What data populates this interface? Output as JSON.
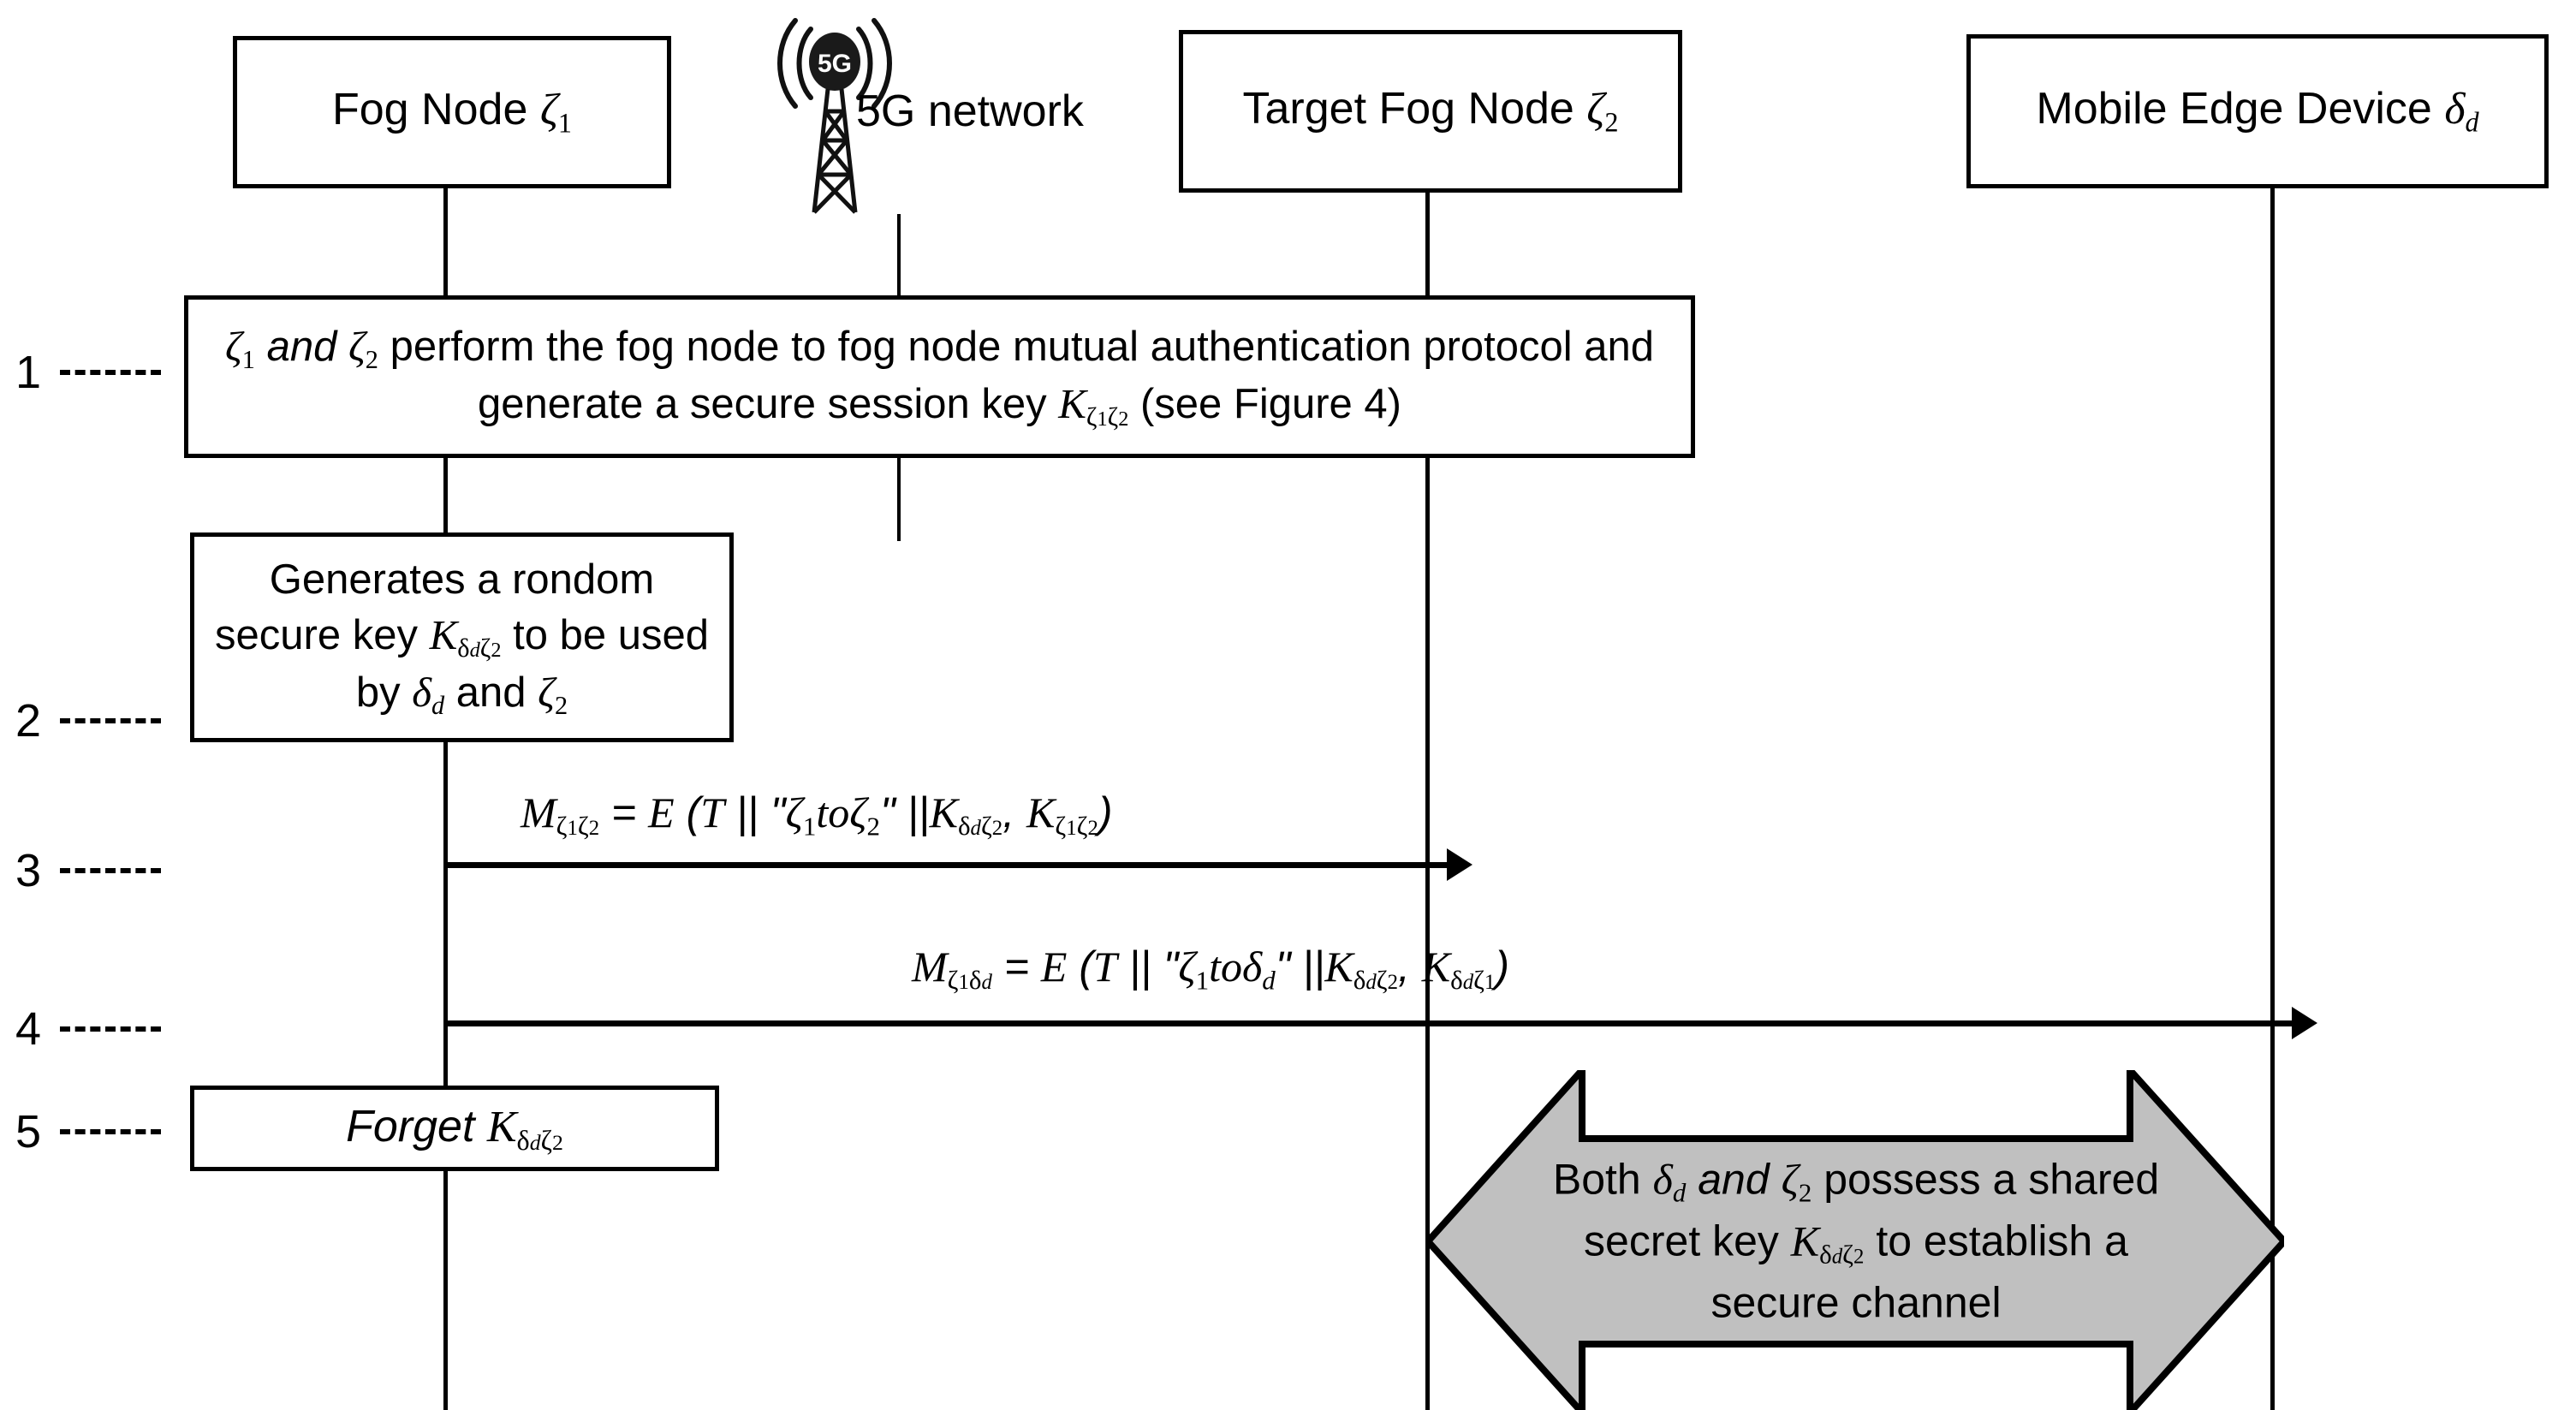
{
  "diagram": {
    "title": "Fog node key distribution sequence diagram",
    "background_color": "#ffffff",
    "line_color": "#000000",
    "banner_fill_color": "#c0c0c0"
  },
  "actors": [
    {
      "id": "fog1",
      "label": "Fog Node ζ1",
      "name": "Fog Node",
      "symbol": "ζ",
      "subscript": "1"
    },
    {
      "id": "net5g",
      "label": "5G network",
      "name": "5G network",
      "symbol": "",
      "subscript": ""
    },
    {
      "id": "fog2",
      "label": "Target Fog Node ζ2",
      "name": "Target Fog Node",
      "symbol": "ζ",
      "subscript": "2"
    },
    {
      "id": "device",
      "label": "Mobile Edge Device δd",
      "name": "Mobile Edge Device",
      "symbol": "δ",
      "subscript": "d"
    }
  ],
  "icons": {
    "tower_5g_text": "5G"
  },
  "steps": [
    {
      "number": "1",
      "type": "note",
      "text": "ζ1 and ζ2 perform the fog node to fog node mutual authentication protocol and generate a secure session key Kζ1ζ2 (see Figure 4)"
    },
    {
      "number": "2",
      "type": "note",
      "text": "Generates a rondom secure key Kδdζ2 to be used by δd and ζ2"
    },
    {
      "number": "3",
      "type": "message",
      "text": "Mζ1ζ2 = E (T || \"ζ1toζ2\" ||Kδdζ2, Kζ1ζ2)",
      "from": "fog1",
      "to": "fog2"
    },
    {
      "number": "4",
      "type": "message",
      "text": "Mζ1δd = E (T || \"ζ1toδd\" ||Kδdζ2, Kδdζ1)",
      "from": "fog1",
      "to": "device"
    },
    {
      "number": "5",
      "type": "note",
      "text": "Forget Kδdζ2"
    }
  ],
  "banner": {
    "text": "Both δd and ζ2 possess a shared secret key Kδdζ2 to establish a secure channel",
    "between": [
      "fog2",
      "device"
    ]
  }
}
